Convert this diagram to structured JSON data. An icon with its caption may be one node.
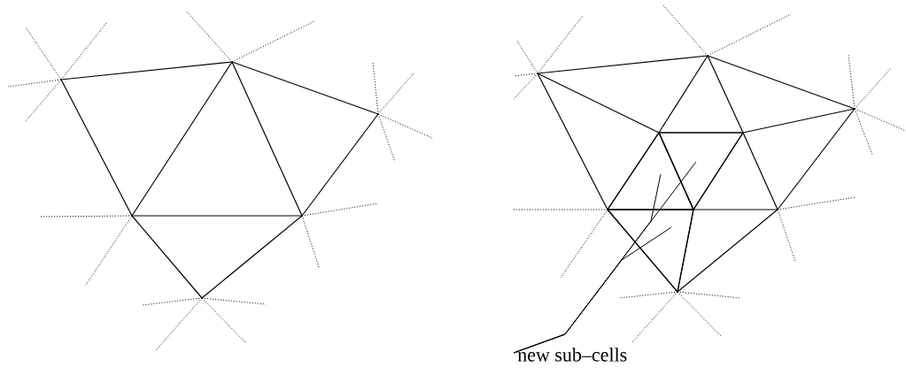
{
  "diagram": {
    "nodes": [
      {
        "text": [
          "new sub–cells"
        ]
      },
      {
        "text": [],
        "shape": "triangle"
      },
      {
        "text": [],
        "shape": "triangle"
      },
      {
        "text": [],
        "shape": "triangle"
      }
    ],
    "edges": [
      {
        "from": 0,
        "to": 1,
        "arrow": "none"
      },
      {
        "from": 0,
        "to": 2,
        "arrow": "none"
      },
      {
        "from": 0,
        "to": 3,
        "arrow": "none"
      }
    ]
  }
}
